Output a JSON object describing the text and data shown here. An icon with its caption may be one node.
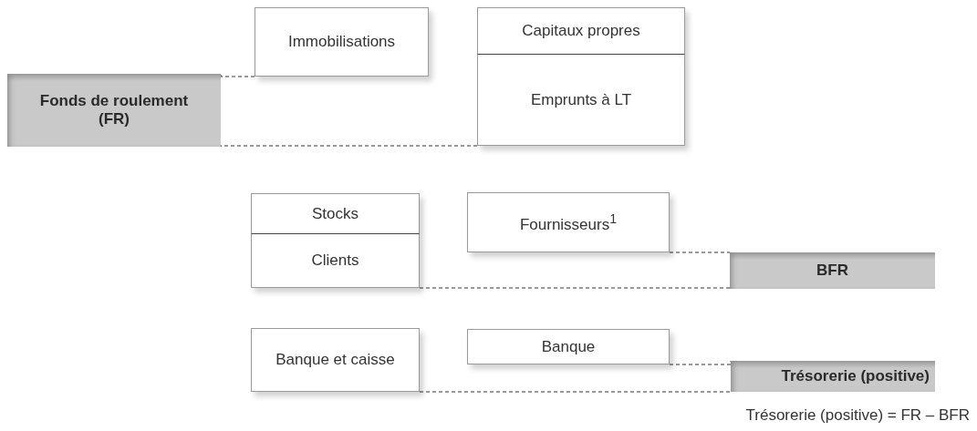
{
  "diagram": {
    "nodes": [
      {
        "text": [
          "Immobilisations"
        ]
      },
      {
        "text": [
          "Capitaux propres"
        ]
      },
      {
        "text": [
          "Fonds de roulement (FR)"
        ]
      },
      {
        "text": [
          "Emprunts à LT"
        ]
      },
      {
        "text": [
          "Stocks"
        ]
      },
      {
        "text": [
          "Fournisseurs$^{1}$"
        ]
      },
      {
        "text": [
          "Clients"
        ]
      },
      {
        "text": [
          "BFR"
        ]
      },
      {
        "text": [
          "Banque et caisse"
        ]
      },
      {
        "text": [
          "Banque"
        ]
      },
      {
        "text": [
          "Trésorerie (positive)"
        ]
      }
    ],
    "edges": [
      {
        "from": 0,
        "to": 2,
        "arrow": "none",
        "style": "dashed"
      },
      {
        "from": 3,
        "to": 2,
        "arrow": "none",
        "style": "dashed"
      },
      {
        "from": 5,
        "to": 7,
        "arrow": "none",
        "style": "dashed"
      },
      {
        "from": 6,
        "to": 7,
        "arrow": "none",
        "style": "dashed"
      },
      {
        "from": 9,
        "to": 10,
        "arrow": "none",
        "style": "dashed"
      },
      {
        "from": 8,
        "to": 10,
        "arrow": "none",
        "style": "dashed"
      }
    ],
    "labels": [
      "Trésorerie (positive) = FR – BFR"
    ]
  }
}
